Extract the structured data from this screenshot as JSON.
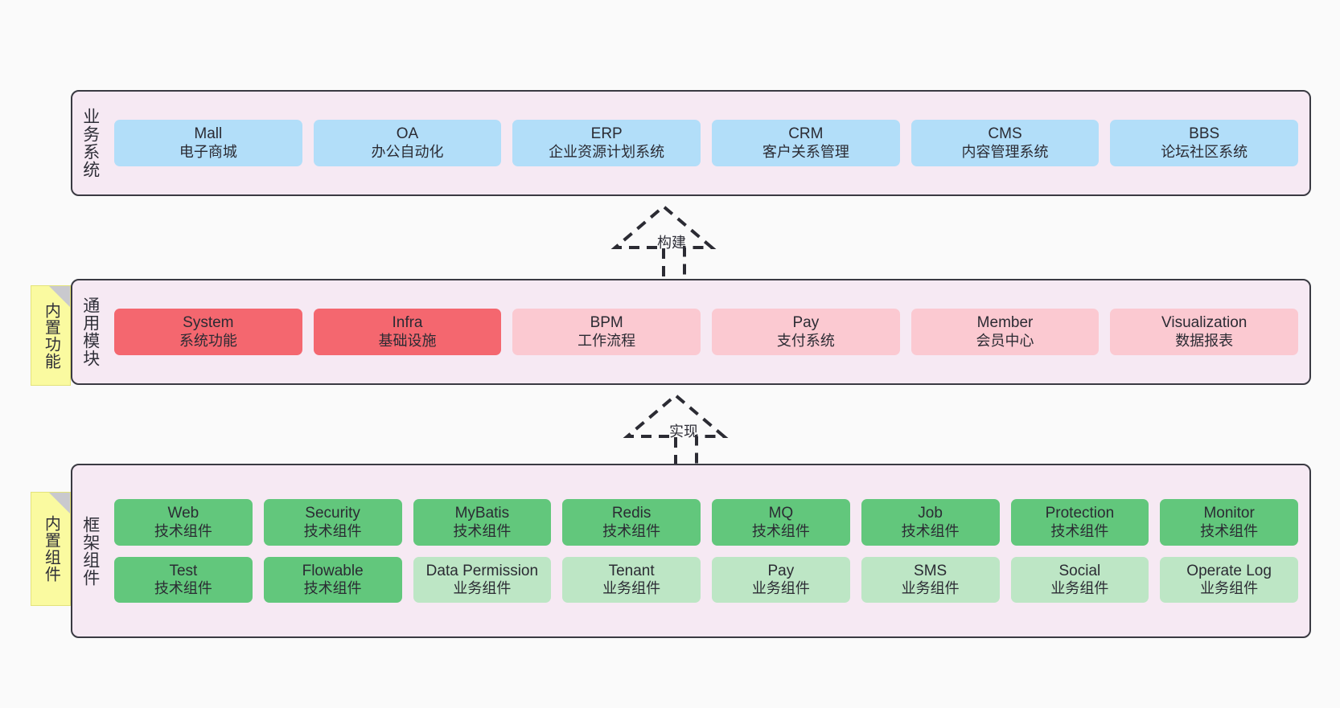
{
  "diagram": {
    "background_color": "#FAFAFA",
    "panel_background": "#F6E9F3",
    "panel_border": "#3A3A42"
  },
  "layers": [
    {
      "key": "business",
      "label": "业务系统",
      "color": "#B2DEF9",
      "rows": [
        [
          {
            "title": "Mall",
            "sub": "电子商城",
            "style": "c-blue"
          },
          {
            "title": "OA",
            "sub": "办公自动化",
            "style": "c-blue"
          },
          {
            "title": "ERP",
            "sub": "企业资源计划系统",
            "style": "c-blue"
          },
          {
            "title": "CRM",
            "sub": "客户关系管理",
            "style": "c-blue"
          },
          {
            "title": "CMS",
            "sub": "内容管理系统",
            "style": "c-blue"
          },
          {
            "title": "BBS",
            "sub": "论坛社区系统",
            "style": "c-blue"
          }
        ]
      ]
    },
    {
      "key": "common",
      "label": "通用模块",
      "note": "内置功能",
      "rows": [
        [
          {
            "title": "System",
            "sub": "系统功能",
            "style": "c-red"
          },
          {
            "title": "Infra",
            "sub": "基础设施",
            "style": "c-red"
          },
          {
            "title": "BPM",
            "sub": "工作流程",
            "style": "c-pink"
          },
          {
            "title": "Pay",
            "sub": "支付系统",
            "style": "c-pink"
          },
          {
            "title": "Member",
            "sub": "会员中心",
            "style": "c-pink"
          },
          {
            "title": "Visualization",
            "sub": "数据报表",
            "style": "c-pink"
          }
        ]
      ]
    },
    {
      "key": "framework",
      "label": "框架组件",
      "note": "内置组件",
      "rows": [
        [
          {
            "title": "Web",
            "sub": "技术组件",
            "style": "c-green"
          },
          {
            "title": "Security",
            "sub": "技术组件",
            "style": "c-green"
          },
          {
            "title": "MyBatis",
            "sub": "技术组件",
            "style": "c-green"
          },
          {
            "title": "Redis",
            "sub": "技术组件",
            "style": "c-green"
          },
          {
            "title": "MQ",
            "sub": "技术组件",
            "style": "c-green"
          },
          {
            "title": "Job",
            "sub": "技术组件",
            "style": "c-green"
          },
          {
            "title": "Protection",
            "sub": "技术组件",
            "style": "c-green"
          },
          {
            "title": "Monitor",
            "sub": "技术组件",
            "style": "c-green"
          }
        ],
        [
          {
            "title": "Test",
            "sub": "技术组件",
            "style": "c-green"
          },
          {
            "title": "Flowable",
            "sub": "技术组件",
            "style": "c-green"
          },
          {
            "title": "Data Permission",
            "sub": "业务组件",
            "style": "c-lightgreen"
          },
          {
            "title": "Tenant",
            "sub": "业务组件",
            "style": "c-lightgreen"
          },
          {
            "title": "Pay",
            "sub": "业务组件",
            "style": "c-lightgreen"
          },
          {
            "title": "SMS",
            "sub": "业务组件",
            "style": "c-lightgreen"
          },
          {
            "title": "Social",
            "sub": "业务组件",
            "style": "c-lightgreen"
          },
          {
            "title": "Operate Log",
            "sub": "业务组件",
            "style": "c-lightgreen"
          }
        ]
      ]
    }
  ],
  "connectors": [
    {
      "key": "build",
      "label": "构建"
    },
    {
      "key": "implement",
      "label": "实现"
    }
  ]
}
